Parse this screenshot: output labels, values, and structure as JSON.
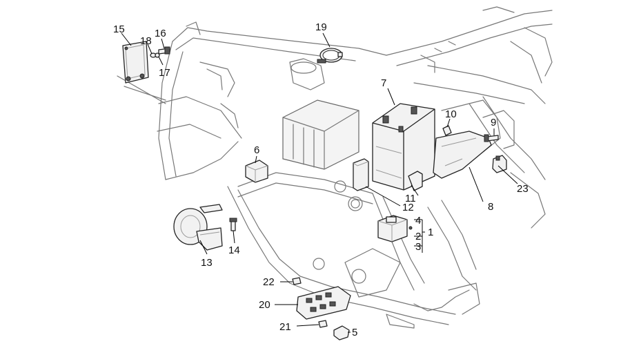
{
  "diagram": {
    "labels": {
      "l1": "1",
      "l2": "2",
      "l3": "3",
      "l4": "4",
      "l5": "5",
      "l6": "6",
      "l7": "7",
      "l8": "8",
      "l9": "9",
      "l10": "10",
      "l11": "11",
      "l12": "12",
      "l13": "13",
      "l14": "14",
      "l15": "15",
      "l16": "16",
      "l17": "17",
      "l18": "18",
      "l19": "19",
      "l20": "20",
      "l21": "21",
      "l22": "22",
      "l23": "23"
    }
  }
}
